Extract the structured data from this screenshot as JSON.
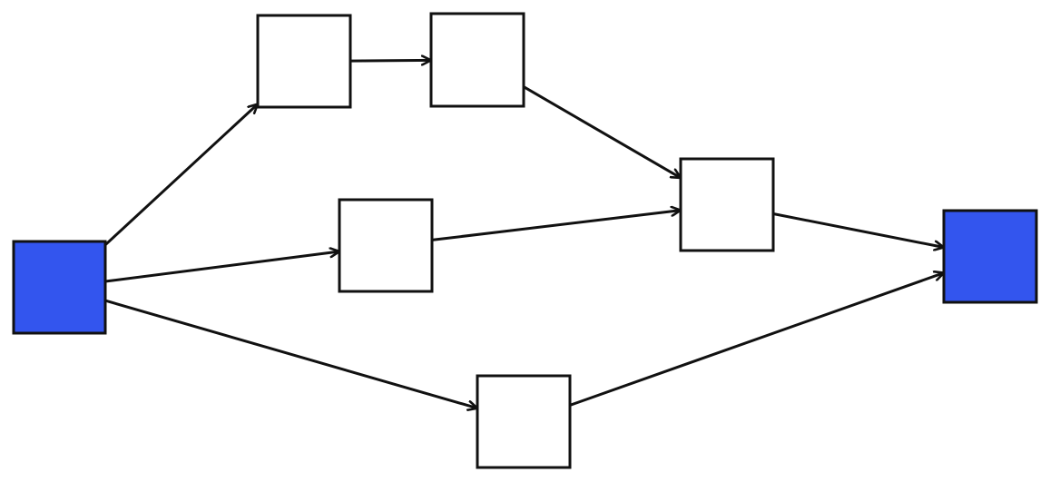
{
  "diagram": {
    "type": "directed-graph",
    "colors": {
      "source_sink_fill": "#3355ee",
      "node_fill": "#ffffff",
      "stroke": "#111111"
    },
    "nodes": [
      {
        "id": "source",
        "role": "source",
        "label": ""
      },
      {
        "id": "top-left",
        "role": "intermediate",
        "label": ""
      },
      {
        "id": "top-right",
        "role": "intermediate",
        "label": ""
      },
      {
        "id": "middle",
        "role": "intermediate",
        "label": ""
      },
      {
        "id": "right-middle",
        "role": "intermediate",
        "label": ""
      },
      {
        "id": "bottom",
        "role": "intermediate",
        "label": ""
      },
      {
        "id": "sink",
        "role": "sink",
        "label": ""
      }
    ],
    "edges": [
      {
        "from": "source",
        "to": "top-left"
      },
      {
        "from": "source",
        "to": "middle"
      },
      {
        "from": "source",
        "to": "bottom"
      },
      {
        "from": "top-left",
        "to": "top-right"
      },
      {
        "from": "top-right",
        "to": "right-middle"
      },
      {
        "from": "middle",
        "to": "right-middle"
      },
      {
        "from": "right-middle",
        "to": "sink"
      },
      {
        "from": "bottom",
        "to": "sink"
      }
    ]
  }
}
